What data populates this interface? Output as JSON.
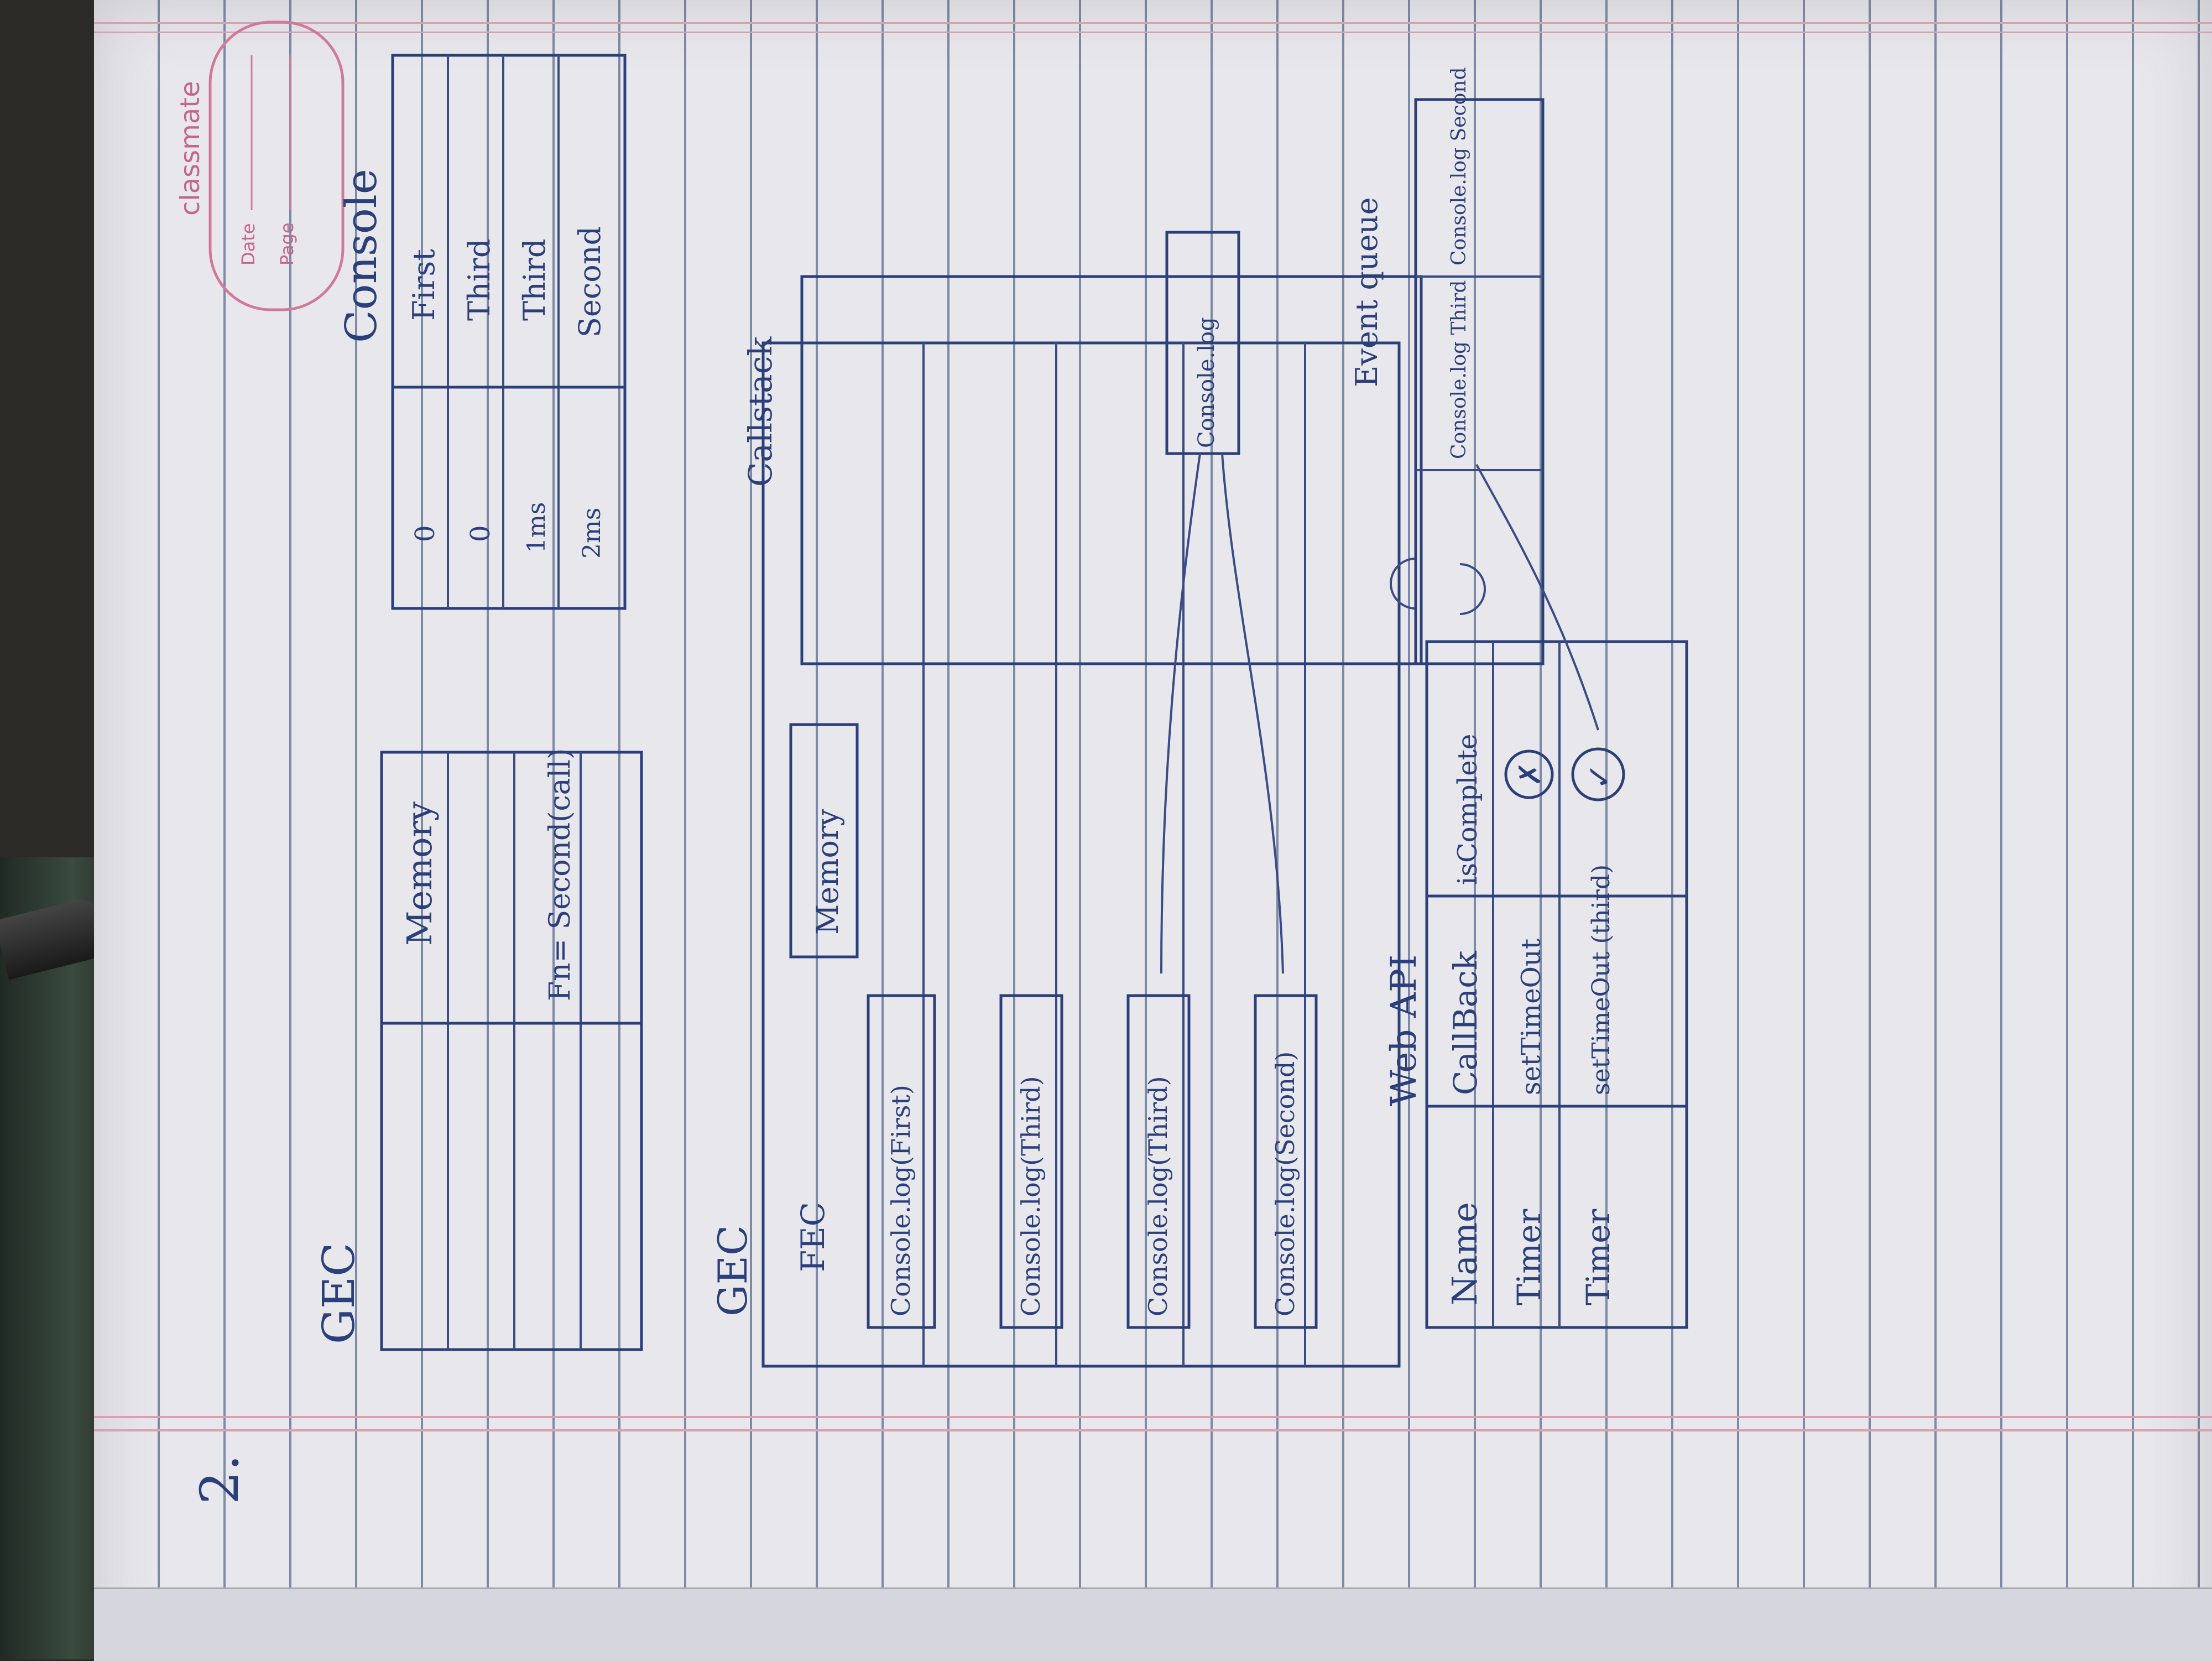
{
  "page": {
    "number": "2."
  },
  "brand": {
    "name": "classmate",
    "date_label": "Date",
    "page_label": "Page"
  },
  "gec_top": {
    "title": "GEC",
    "memory_label": "Memory",
    "fn_entry": "Fn= Second(call)"
  },
  "console": {
    "title": "Console",
    "rows": [
      {
        "time": "0",
        "output": "First"
      },
      {
        "time": "0",
        "output": "Third"
      },
      {
        "time": "1ms",
        "output": "Third"
      },
      {
        "time": "2ms",
        "output": "Second"
      }
    ]
  },
  "gec_inner": {
    "title": "GEC",
    "fec_label": "FEC",
    "memory_label": "Memory",
    "calls": [
      "Console.log(First)",
      "Console.log(Third)",
      "Console.log(Third)",
      "Console.log(Second)"
    ]
  },
  "callstack": {
    "title": "Callstack",
    "item": "Console.log"
  },
  "web_api": {
    "title": "Web API",
    "headers": [
      "Name",
      "CallBack",
      "isComplete"
    ],
    "rows": [
      {
        "name": "Timer",
        "callback": "setTimeOut",
        "complete": "✗"
      },
      {
        "name": "Timer",
        "callback": "setTimeOut (third)",
        "complete": "✓"
      }
    ]
  },
  "event_queue": {
    "title": "Event queue",
    "items": [
      "Console.log Third",
      "Console.log Second"
    ]
  }
}
